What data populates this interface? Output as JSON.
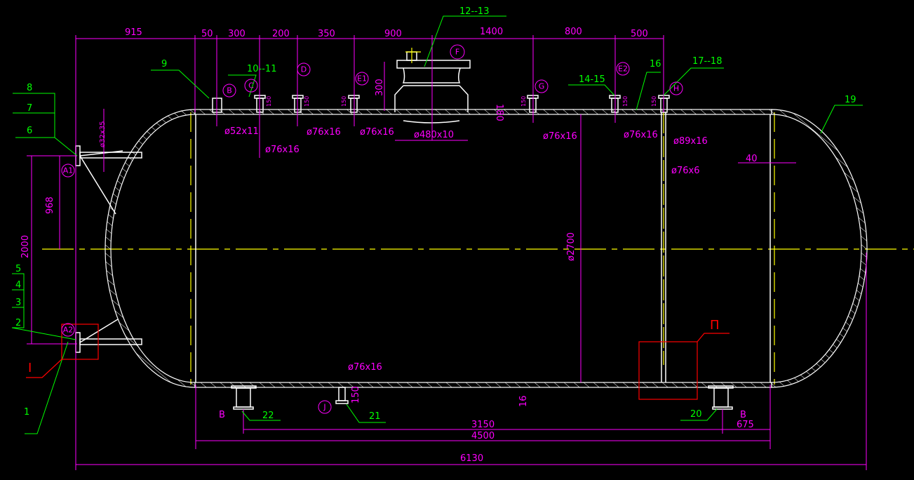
{
  "colors": {
    "background": "#000000",
    "outline": "#ffffff",
    "dimension": "#ff00ff",
    "leader": "#00ff00",
    "centerline": "#ffff00",
    "detail": "#ff0000"
  },
  "dimensions": {
    "top": [
      "915",
      "50",
      "300",
      "200",
      "350",
      "900",
      "1400",
      "800",
      "500"
    ],
    "bottom": [
      "3150",
      "4500",
      "6130",
      "675"
    ],
    "left": [
      "968",
      "2000"
    ],
    "manhole_height": "300",
    "manhole_neck": "180",
    "nozzle_height": "150",
    "head_offset": "40",
    "shell_thickness": "16",
    "shell_diameter": "ø2700"
  },
  "sizes": {
    "b": "ø52x11",
    "c": "ø76x16",
    "d": "ø76x16",
    "e1": "ø76x16",
    "f": "ø480x10",
    "g": "ø76x16",
    "e2": "ø76x16",
    "h_outer": "ø89x16",
    "h_inner": "ø76x6",
    "j": "ø76x16",
    "a": "ø32x35"
  },
  "part_labels": [
    "1",
    "2",
    "3",
    "4",
    "5",
    "6",
    "7",
    "8",
    "9",
    "10--11",
    "12--13",
    "14-15",
    "16",
    "17--18",
    "19",
    "20",
    "21",
    "22"
  ],
  "nozzle_marks": {
    "a1": "A1",
    "a2": "A2",
    "b": "B",
    "c": "C",
    "d": "D",
    "e1": "E1",
    "f": "F",
    "g": "G",
    "e2": "E2",
    "h": "H",
    "j": "J"
  },
  "section_marks": [
    "B",
    "B"
  ],
  "detail_marks": [
    "I",
    "П"
  ]
}
